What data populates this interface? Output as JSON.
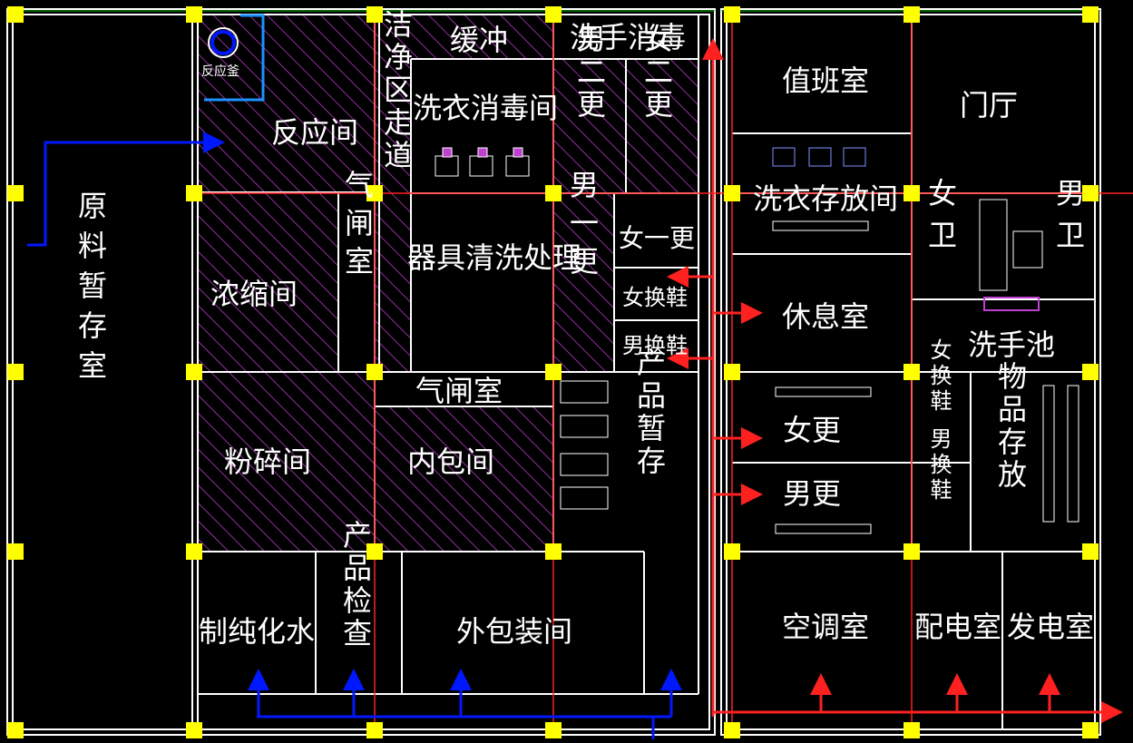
{
  "colors": {
    "background": "#000000",
    "wall": "#ffffff",
    "column": "#ffff00",
    "hatch": "#c040d0",
    "clean_line": "#ff2020",
    "blue_flow": "#0018ff",
    "outer_wall": "#00c000",
    "fixture": "#00d0e0"
  },
  "rooms": {
    "raw_storage": "原料暂存室",
    "reaction": "反应间",
    "reactor_tag": "反应釜",
    "buffer": "缓冲",
    "hand_disinfect": "洗手消毒",
    "laundry_disinfect": "洗衣消毒间",
    "clean_corridor": "洁净区走道",
    "male_change2": "男二更",
    "female_change2": "女二更",
    "concentrate": "浓缩间",
    "airlock1": "气闸室",
    "equipment_wash": "器具清洗处理",
    "male_change1": "男一更",
    "female_change1": "女一更",
    "female_shoe": "女换鞋",
    "male_shoe": "男换鞋",
    "airlock2": "气闸室",
    "grinding": "粉碎间",
    "inner_pack": "内包间",
    "product_temp": "产品暂存",
    "pure_water": "制纯化水",
    "inspection": "产品检查",
    "outer_pack": "外包装间",
    "duty": "值班室",
    "lobby": "门厅",
    "laundry_store": "洗衣存放间",
    "female_wc": "女卫",
    "male_wc": "男卫",
    "rest": "休息室",
    "sink": "洗手池",
    "female_change": "女更",
    "male_change": "男更",
    "female_shoe_change": "女换鞋",
    "male_shoe_change": "男换鞋",
    "goods_store": "物品存放",
    "ac_room": "空调室",
    "power_room": "配电室",
    "generator_room": "发电室"
  }
}
